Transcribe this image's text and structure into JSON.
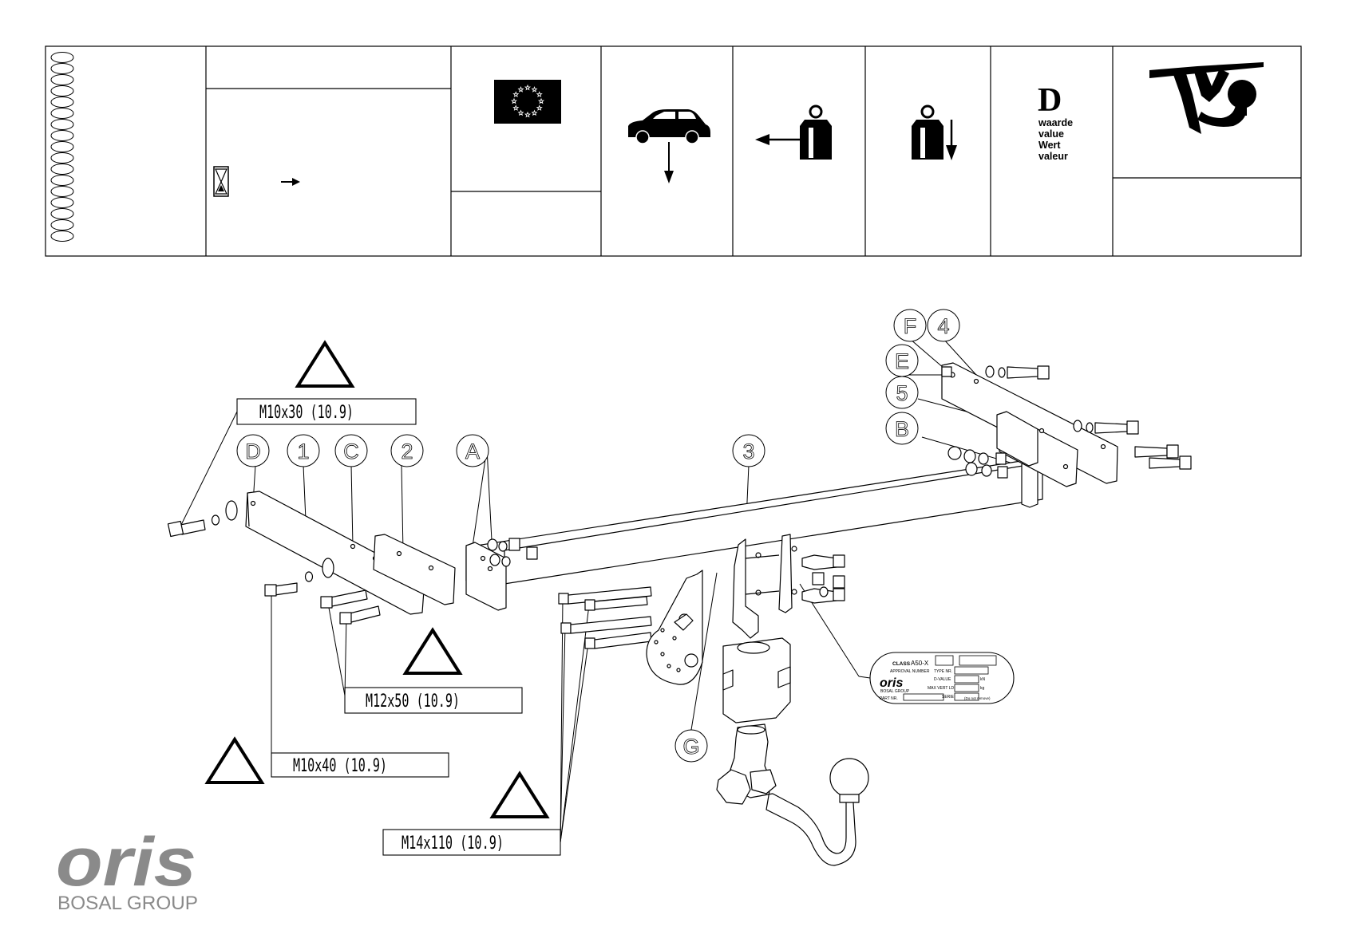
{
  "header": {
    "d_symbol": "D",
    "value_labels": [
      "waarde",
      "value",
      "Wert",
      "valeur"
    ]
  },
  "warnings": {
    "fasteners": [
      {
        "label": "M10x30 (10.9)"
      },
      {
        "label": "M12x50 (10.9)"
      },
      {
        "label": "M10x40 (10.9)"
      },
      {
        "label": "M14x110 (10.9)"
      }
    ]
  },
  "callouts": [
    "F",
    "4",
    "E",
    "5",
    "B",
    "D",
    "1",
    "C",
    "2",
    "A",
    "3",
    "G"
  ],
  "type_plate": {
    "class_label": "CLASS",
    "class_value": "A50-X",
    "approval_label": "APPROVAL NUMBER",
    "type_nr_label": "TYPE NR.",
    "d_value_label": "D-VALUE",
    "d_value_unit": "kN",
    "max_vert_label": "MAX VERT LD",
    "max_vert_unit": "kg",
    "serie_label": "SERIE",
    "part_nr_label": "PART NR.",
    "brand": "oris",
    "brand_sub": "BOSAL GROUP",
    "footer": "(Do not remove)"
  },
  "logo": {
    "brand": "oris",
    "group": "BOSAL GROUP"
  }
}
